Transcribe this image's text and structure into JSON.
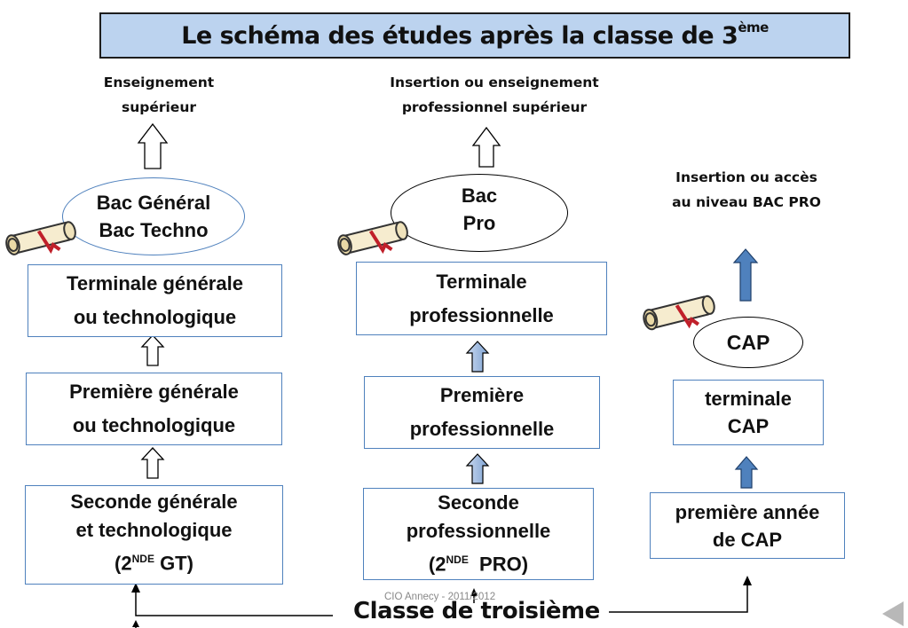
{
  "title": {
    "main": "Le schéma des études après la classe de 3",
    "sup": "ème"
  },
  "outcomes": {
    "superieur": [
      "Enseignement",
      "supérieur"
    ],
    "pro": [
      "Insertion ou enseignement",
      "professionnel supérieur"
    ],
    "cap": [
      "Insertion ou accès",
      "au niveau BAC PRO"
    ]
  },
  "diplomas": {
    "general": [
      "Bac Général",
      "Bac Techno"
    ],
    "pro": [
      "Bac",
      "Pro"
    ],
    "cap": "CAP"
  },
  "general_track": {
    "terminale": [
      "Terminale générale",
      "ou technologique"
    ],
    "premiere": [
      "Première générale",
      "ou technologique"
    ],
    "seconde": [
      "Seconde générale",
      "et technologique",
      "(2",
      "NDE",
      " GT)"
    ]
  },
  "pro_track": {
    "terminale": [
      "Terminale",
      "professionnelle"
    ],
    "premiere": [
      "Première",
      "professionnelle"
    ],
    "seconde": [
      "Seconde",
      "professionnelle",
      "(2",
      "NDE",
      "  PRO)"
    ]
  },
  "cap_track": {
    "terminale": [
      "terminale",
      "CAP"
    ],
    "premiere": [
      "première année",
      "de CAP"
    ]
  },
  "start": "Classe de troisième",
  "footer": "CIO Annecy - 2011/2012",
  "colors": {
    "box_border": "#4f81bd",
    "title_bg": "#bcd3ef",
    "blue_arrow": "#4f81bd",
    "ribbon": "#c0202a"
  }
}
